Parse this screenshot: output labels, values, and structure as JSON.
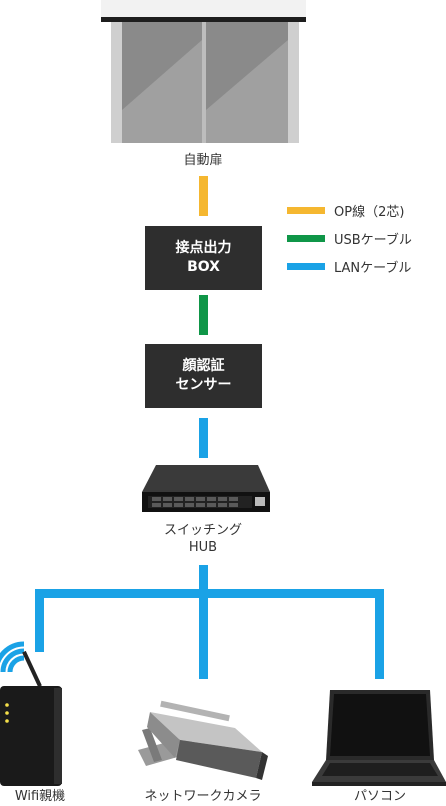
{
  "colors": {
    "op": "#f5b730",
    "usb": "#0f9648",
    "lan": "#1aa2e6",
    "box": "#2e2e2e"
  },
  "legend": [
    {
      "label": "OP線（2芯)",
      "color": "#f5b730"
    },
    {
      "label": "USBケーブル",
      "color": "#0f9648"
    },
    {
      "label": "LANケーブル",
      "color": "#1aa2e6"
    }
  ],
  "nodes": {
    "door": {
      "label": "自動扉",
      "icon": "automatic-door-icon"
    },
    "contact_box": {
      "line1": "接点出力",
      "line2": "BOX"
    },
    "face_sensor": {
      "line1": "顔認証",
      "line2": "センサー"
    },
    "hub": {
      "line1": "スイッチング",
      "line2": "HUB",
      "icon": "switching-hub-icon"
    },
    "router": {
      "label": "Wifi親機",
      "icon": "wifi-router-icon"
    },
    "camera": {
      "label": "ネットワークカメラ",
      "icon": "network-camera-icon"
    },
    "pc": {
      "label": "パソコン",
      "icon": "laptop-icon"
    }
  }
}
